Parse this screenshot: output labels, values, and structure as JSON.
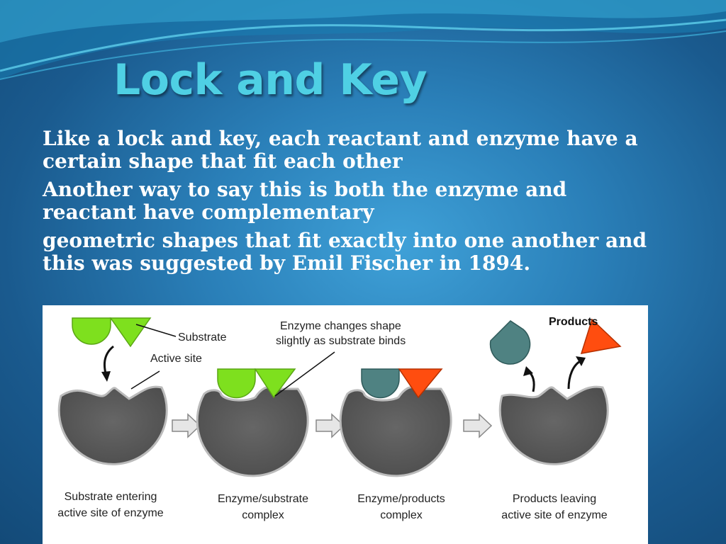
{
  "slide": {
    "title": "Lock and Key",
    "paragraphs": [
      "Like a lock and key, each reactant and enzyme have a certain shape that fit each other",
      "Another way to say this is both the enzyme and reactant have complementary",
      "geometric shapes that fit exactly into one another and this was suggested by Emil Fischer in 1894."
    ]
  },
  "diagram": {
    "labels": {
      "substrate": "Substrate",
      "active_site": "Active site",
      "enzyme_changes_line1": "Enzyme changes shape",
      "enzyme_changes_line2": "slightly as substrate binds",
      "products": "Products"
    },
    "captions": [
      {
        "line1": "Substrate entering",
        "line2": "active site of enzyme"
      },
      {
        "line1": "Enzyme/substrate",
        "line2": "complex"
      },
      {
        "line1": "Enzyme/products",
        "line2": "complex"
      },
      {
        "line1": "Products leaving",
        "line2": "active site of enzyme"
      }
    ],
    "colors": {
      "enzyme": "#5a5a5a",
      "substrate": "#7ee01e",
      "product_round": "#4f8282",
      "product_triangle": "#ff4d0f",
      "arrow": "#9a9a9a"
    }
  }
}
